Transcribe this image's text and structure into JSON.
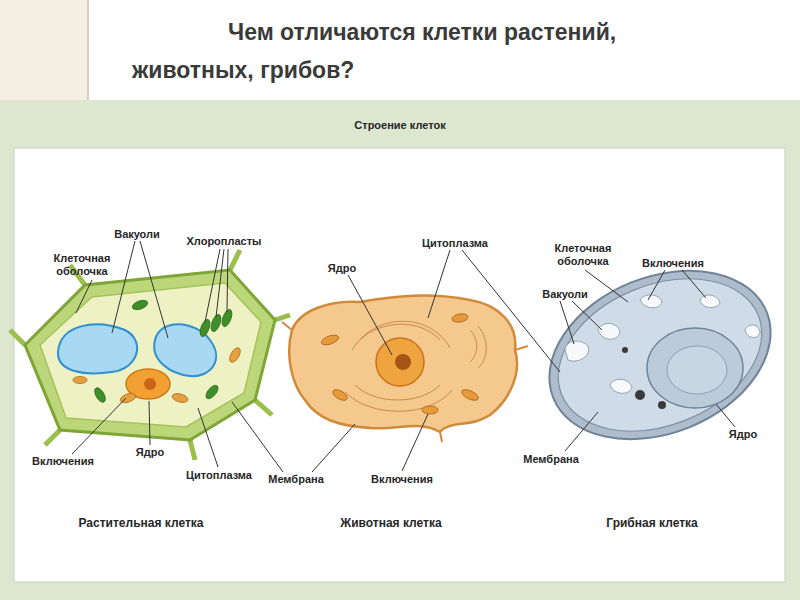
{
  "diagram": {
    "title": "Чем отличаются клетки растений, животных, грибов?",
    "labels": [
      "Строение клеток",
      "Вакуоли",
      "Хлоропласты",
      "Клеточная оболочка",
      "Включения",
      "Ядро",
      "Цитоплазма",
      "Растительная клетка",
      "Цитоплазма",
      "Ядро",
      "Мембрана",
      "Включения",
      "Животная клетка",
      "Клеточная оболочка",
      "Включения",
      "Вакуоли",
      "Ядро",
      "Мембрана",
      "Грибная клетка"
    ]
  }
}
